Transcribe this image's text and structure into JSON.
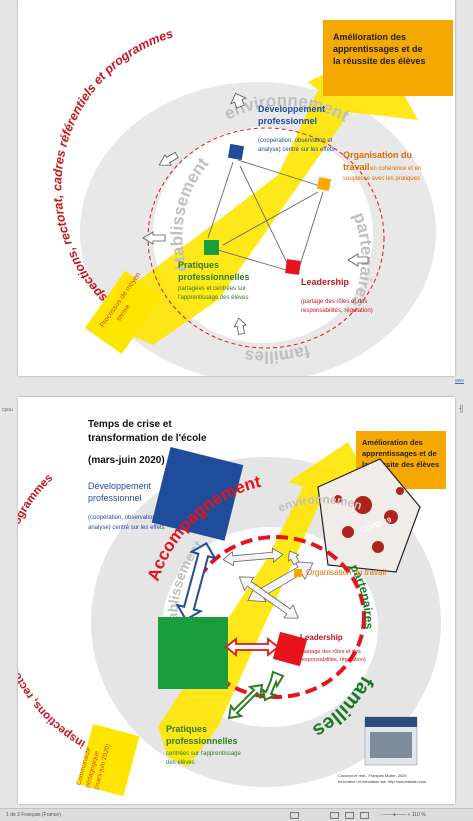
{
  "slide1": {
    "goal": [
      "Amélioration des",
      "apprentissages et de",
      "la réussite des élèves"
    ],
    "arc_outer": "inspections, rectorat, cadres référentiels et programmes",
    "arc_env": "environnement",
    "arc_etab": "établissement",
    "arc_part": "partenaires",
    "arc_fam": "familles",
    "process": [
      "Processus de moyen",
      "terme"
    ],
    "dev": {
      "title": [
        "Développement",
        "professionnel"
      ],
      "desc": [
        "(coopération, observation et",
        "analyse) centré sur les effets"
      ]
    },
    "org": {
      "title": [
        "Organisation du",
        "travail"
      ],
      "inline": " en cohérence et en",
      "desc": [
        "souplesse avec les pratiques"
      ]
    },
    "prat": {
      "title": [
        "Pratiques",
        "professionnelles"
      ],
      "desc": [
        "partagées et centrées sur",
        "l'apprentissage des élèves"
      ]
    },
    "lead": {
      "title": "Leadership",
      "desc": [
        "(partage des rôles et des",
        "responsabilités, régulation)"
      ]
    }
  },
  "slide2": {
    "title": [
      "Temps de crise et",
      "transformation de l'école"
    ],
    "dates": "(mars-juin 2020)",
    "dev": {
      "title": [
        "Développement",
        "professionnel"
      ],
      "desc": [
        "(coopération, observation et",
        "analyse) centré sur les effets"
      ]
    },
    "goal": [
      "Amélioration des",
      "apprentissages et de",
      "la réussite des élèves"
    ],
    "covid": "COVID-19",
    "arc_outer": "inspections, rectorat, cadres référentiels et programmes",
    "accompagnement": "Accompagnement",
    "arc_etab": "établissement",
    "arc_env": "environnement",
    "arc_part": "partenaires",
    "familles": "familles",
    "org": "Organisation du travail",
    "lead": {
      "title": "Leadership",
      "desc": [
        "(partage des rôles et des",
        "responsabilités, régulation)"
      ]
    },
    "prat": {
      "title": [
        "Pratiques",
        "professionnelles"
      ],
      "desc": [
        "centrées sur l'apprentissage",
        "des élèves"
      ]
    },
    "communaute": [
      "Communauté",
      "pédagogique",
      "(mars-juin 2020)"
    ],
    "credit": [
      "Concept et réal.: François Muller, 2020",
      "Innovation et éducation lab. http://innoedulab.com"
    ]
  },
  "sidebar": {
    "left": "cpou",
    "right": "aws"
  },
  "statusbar": {
    "page": "1 de 2  Français (France)",
    "zoom": "- ——●—— + 110 %"
  },
  "colors": {
    "yellow": "#ffe600",
    "orange": "#ffa500",
    "red": "#e8121a",
    "blue": "#1f4d9c",
    "green": "#1a9e3c",
    "darkred": "#b81d1d"
  }
}
